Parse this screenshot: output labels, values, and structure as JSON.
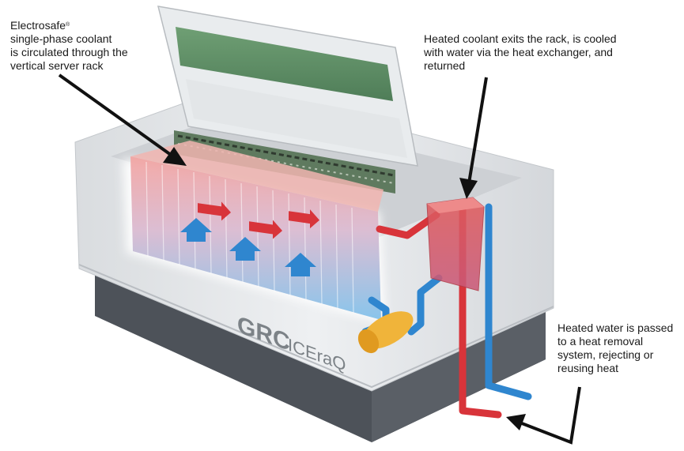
{
  "annotations": {
    "coolant_circulation": {
      "brand": "Electrosafe",
      "brand_mark": "®",
      "lines": [
        "single-phase coolant",
        "is circulated through the",
        "vertical server rack"
      ]
    },
    "heat_exchanger": {
      "lines": [
        "Heated coolant exits the rack, is cooled",
        "with water via the heat exchanger, and",
        "returned"
      ]
    },
    "heat_rejection": {
      "lines": [
        "Heated water is passed",
        "to a heat removal",
        "system, rejecting or",
        "reusing heat"
      ]
    }
  },
  "product_logo": {
    "text": "GRC ICEraQ",
    "mark": "GRC",
    "model": "ICEraQ"
  },
  "colors": {
    "hot": "#d8343a",
    "cold": "#2f86cf",
    "pump": "#f0b43a",
    "cabinet": "#e6e8ea",
    "base": "#4d5259",
    "lid_glass": "#5c8f64",
    "arrow": "#111111"
  }
}
